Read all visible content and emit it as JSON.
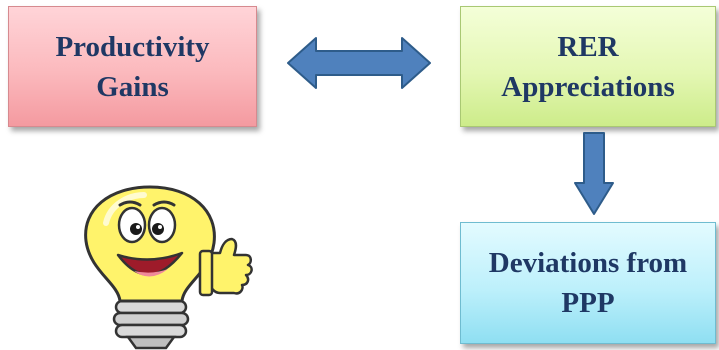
{
  "nodes": {
    "productivity": {
      "line1": "Productivity",
      "line2": "Gains"
    },
    "rer": {
      "line1": "RER",
      "line2": "Appreciations"
    },
    "deviations": {
      "line1": "Deviations from",
      "line2": "PPP"
    }
  },
  "edges": [
    {
      "from": "productivity",
      "to": "rer",
      "type": "bidirectional"
    },
    {
      "from": "rer",
      "to": "deviations",
      "type": "directed"
    }
  ],
  "colors": {
    "text": "#1f3864",
    "arrow_fill": "#4f81bd",
    "arrow_stroke": "#2e5c8a",
    "productivity_box": "#f9b3b8",
    "rer_box": "#dff5ad",
    "deviations_box": "#b3ecf9"
  },
  "decoration": {
    "icon": "lightbulb-thumbs-up-icon"
  }
}
